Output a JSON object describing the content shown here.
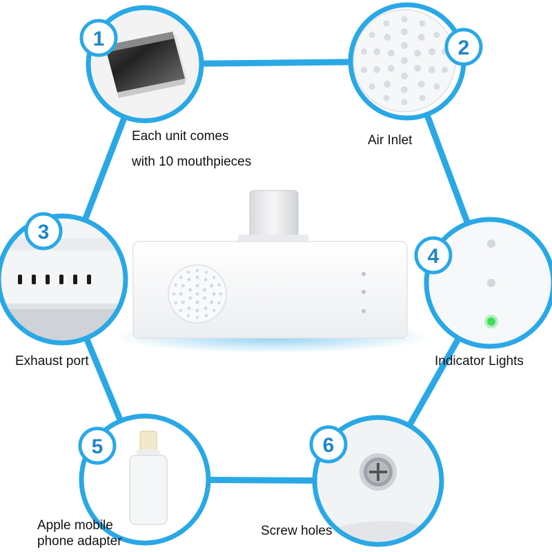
{
  "colors": {
    "accent": "#2aa8e6",
    "badge_text": "#1e86c8",
    "indicator_green": "#3ee05a",
    "device": "#f4f5f7"
  },
  "features": [
    {
      "number": "1",
      "label_lines": [
        "Each unit comes",
        "with 10 mouthpieces"
      ],
      "icon": "mouthpiece-icon"
    },
    {
      "number": "2",
      "label_lines": [
        "Air Inlet"
      ],
      "icon": "air-inlet-icon"
    },
    {
      "number": "3",
      "label_lines": [
        "Exhaust port"
      ],
      "icon": "exhaust-port-icon"
    },
    {
      "number": "4",
      "label_lines": [
        "Indicator Lights"
      ],
      "icon": "indicator-lights-icon"
    },
    {
      "number": "5",
      "label_lines": [
        "Apple mobile",
        "phone adapter"
      ],
      "icon": "lightning-adapter-icon"
    },
    {
      "number": "6",
      "label_lines": [
        "Screw holes"
      ],
      "icon": "screw-icon"
    }
  ]
}
